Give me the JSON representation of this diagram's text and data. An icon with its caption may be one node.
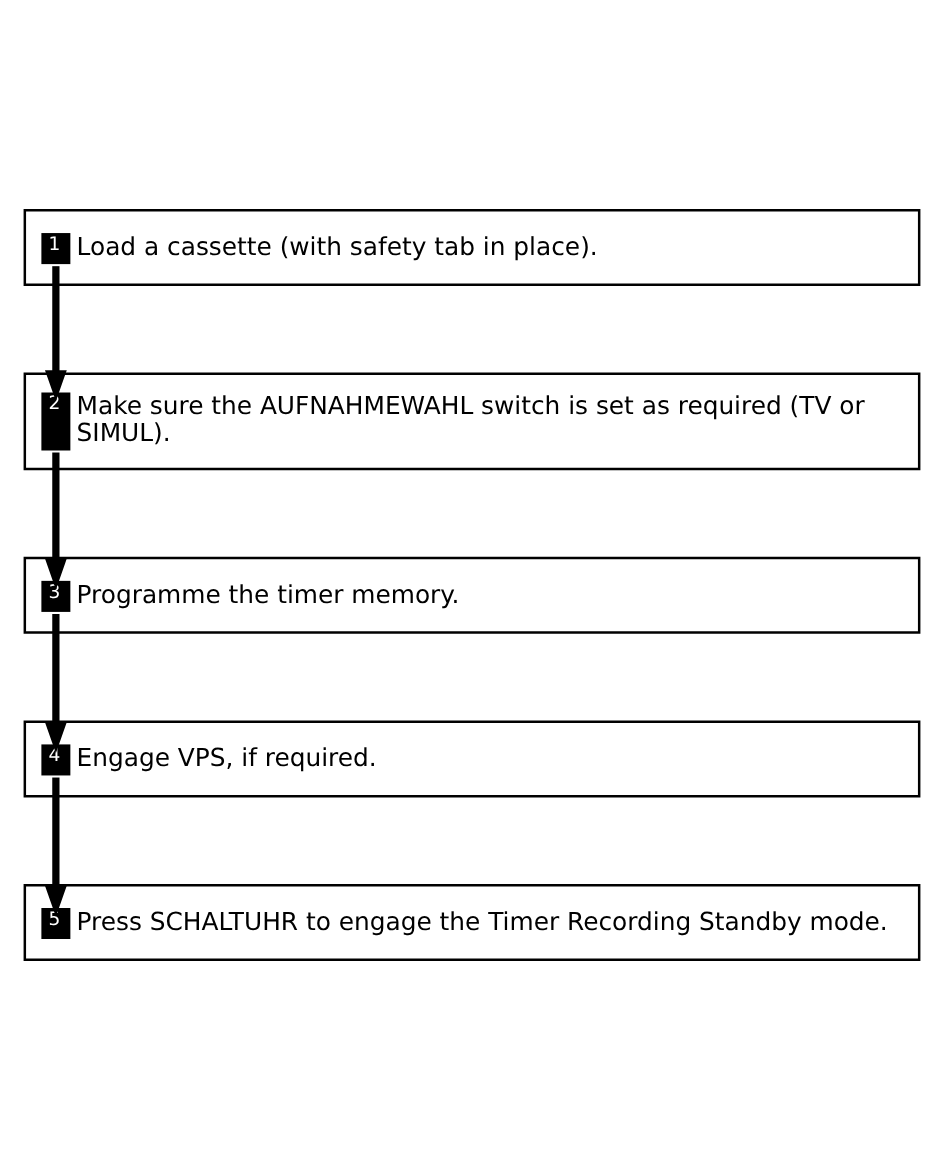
{
  "diagram": {
    "nodes": [
      {
        "text": [
          "1",
          "Load a cassette (with safety tab in place)."
        ]
      },
      {
        "text": [
          "2",
          "Make sure the AUFNAHMEWAHL switch is set as required (TV or SIMUL)."
        ]
      },
      {
        "text": [
          "3",
          "Programme the timer memory."
        ]
      },
      {
        "text": [
          "4",
          "Engage VPS, if required."
        ]
      },
      {
        "text": [
          "5",
          "Press SCHALTUHR to engage the Timer Recording Standby mode."
        ]
      }
    ],
    "edges": [
      {
        "from": 0,
        "to": 1,
        "arrow": "to"
      },
      {
        "from": 1,
        "to": 2,
        "arrow": "to"
      },
      {
        "from": 2,
        "to": 3,
        "arrow": "to"
      },
      {
        "from": 3,
        "to": 4,
        "arrow": "to"
      }
    ]
  }
}
